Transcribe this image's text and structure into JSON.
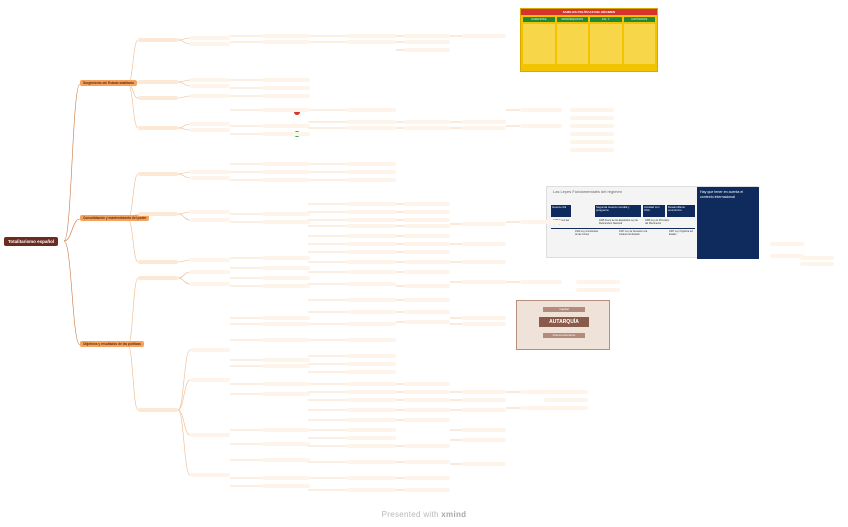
{
  "root": {
    "label": "Totalitarismo español"
  },
  "branches": [
    {
      "label": "Surgimiento del Estado totalitario"
    },
    {
      "label": "Consolidación y mantenimiento del poder"
    },
    {
      "label": "Objetivos y resultados de las políticas"
    }
  ],
  "image_panels": {
    "families": {
      "title": "FAMILIAS POLÍTICAS DEL RÉGIMEN",
      "columns": [
        "CARLISTAS",
        "MONÁRQUICOS",
        "F.E. Y",
        "CATÓLICOS"
      ],
      "header_color": "#d8332a",
      "column_color": "#1f8a3a",
      "body_color": "#f2c300"
    },
    "timeline": {
      "title": "Las Leyes Fundamentales del régimen",
      "highlight": "Hay que tener en cuenta el contexto internacional",
      "phases": [
        "Guerra civil",
        "Segunda Guerra mundial y posguerra",
        "Amistad con USA",
        "Desarrollismo económico"
      ],
      "laws": [
        {
          "year": "1938",
          "name": "Fuero del Trabajo"
        },
        {
          "year": "1942",
          "name": "Ley Constitutiva de las Cortes"
        },
        {
          "year": "1945",
          "name": "Fuero de los Españoles Ley de Referéndum Nacional"
        },
        {
          "year": "1947",
          "name": "Ley de Sucesión a la Jefatura del Estado"
        },
        {
          "year": "1958",
          "name": "Ley de Principios del Movimiento"
        },
        {
          "year": "1967",
          "name": "Ley Orgánica del Estado"
        }
      ],
      "dark_color": "#0f2a5c"
    },
    "autarquia": {
      "top": "Capital",
      "main": "AUTARQUÍA",
      "bottom": "Intervencionismo",
      "color": "#8a5a4a"
    }
  },
  "footer": {
    "prefix": "Presented with",
    "brand": "xmind"
  }
}
